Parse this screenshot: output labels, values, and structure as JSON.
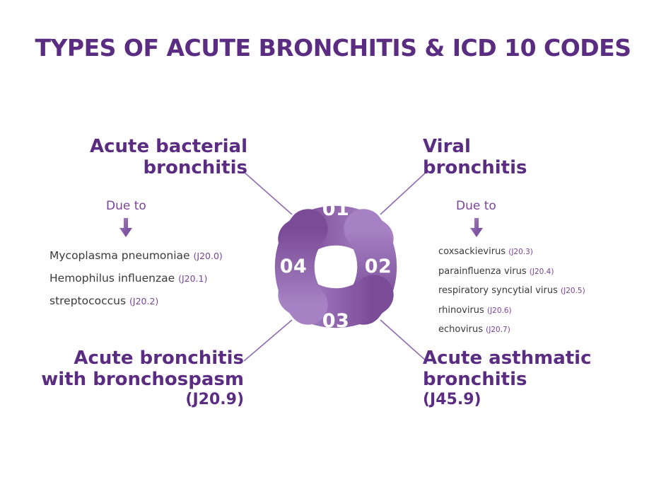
{
  "title": "TYPES OF ACUTE BRONCHITIS & ICD 10 CODES",
  "colors": {
    "title_purple": "#5b2d82",
    "accent_purple": "#7b4397",
    "donut_dark": "#7a4b96",
    "donut_light": "#a682c4",
    "body_text": "#3a3a3a",
    "connector_line": "#8e6ab0",
    "background": "#ffffff"
  },
  "donut": {
    "segments": [
      {
        "number": "01",
        "position": "top",
        "linked_to": "Acute bacterial bronchitis"
      },
      {
        "number": "02",
        "position": "right",
        "linked_to": "Viral bronchitis"
      },
      {
        "number": "03",
        "position": "bottom",
        "linked_to": "Acute bronchitis with bronchospasm"
      },
      {
        "number": "04",
        "position": "left",
        "linked_to": "Acute asthmatic bronchitis"
      }
    ]
  },
  "sections": {
    "bacterial": {
      "heading_line1": "Acute bacterial",
      "heading_line2": "bronchitis",
      "dueto_label": "Due to",
      "causes": [
        {
          "name": "Mycoplasma pneumoniae",
          "code": "(J20.0)"
        },
        {
          "name": "Hemophilus influenzae",
          "code": "(J20.1)"
        },
        {
          "name": "streptococcus",
          "code": "(J20.2)"
        }
      ]
    },
    "viral": {
      "heading_line1": "Viral",
      "heading_line2": "bronchitis",
      "dueto_label": "Due to",
      "causes": [
        {
          "name": "coxsackievirus",
          "code": "(J20.3)"
        },
        {
          "name": "parainfluenza virus",
          "code": "(J20.4)"
        },
        {
          "name": "respiratory syncytial virus",
          "code": "(J20.5)"
        },
        {
          "name": "rhinovirus",
          "code": "(J20.6)"
        },
        {
          "name": "echovirus",
          "code": "(J20.7)"
        }
      ]
    },
    "bronchospasm": {
      "heading_line1": "Acute bronchitis",
      "heading_line2": "with bronchospasm",
      "code": "(J20.9)"
    },
    "asthmatic": {
      "heading_line1": "Acute asthmatic",
      "heading_line2": "bronchitis",
      "code": "(J45.9)"
    }
  }
}
